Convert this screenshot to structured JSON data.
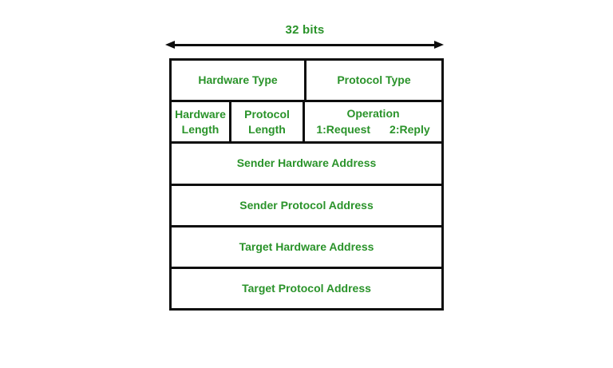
{
  "header": {
    "width_label": "32 bits"
  },
  "colors": {
    "text_green": "#2a932a",
    "border_black": "#0d0d0d",
    "background": "#ffffff"
  },
  "table": {
    "row1": {
      "hardware_type": "Hardware Type",
      "protocol_type": "Protocol Type"
    },
    "row2": {
      "hardware_length": "Hardware\nLength",
      "protocol_length": "Protocol\nLength",
      "operation": {
        "title": "Operation",
        "request": "1:Request",
        "reply": "2:Reply"
      }
    },
    "row3": {
      "label": "Sender Hardware Address"
    },
    "row4": {
      "label": "Sender Protocol Address"
    },
    "row5": {
      "label": "Target Hardware Address"
    },
    "row6": {
      "label": "Target Protocol Address"
    }
  }
}
